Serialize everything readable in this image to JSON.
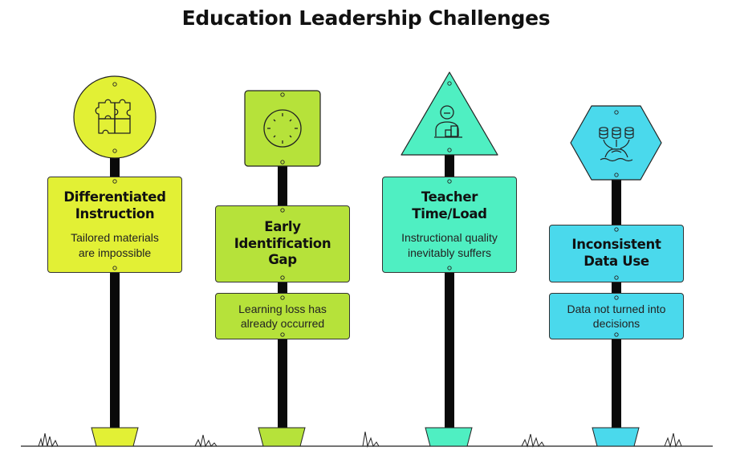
{
  "title": "Education Leadership Challenges",
  "signs": [
    {
      "title": "Differentiated\nInstruction",
      "description": "Tailored materials\nare impossible",
      "sign_shape": "circle",
      "icon": "puzzle-icon",
      "color": "#e2f035"
    },
    {
      "title": "Early\nIdentification\nGap",
      "description": "Learning loss has\nalready occurred",
      "sign_shape": "square",
      "icon": "clock-icon",
      "color": "#b6e23a"
    },
    {
      "title": "Teacher\nTime/Load",
      "description": "Instructional quality\ninevitably suffers",
      "sign_shape": "triangle",
      "icon": "teacher-icon",
      "color": "#4fefc2"
    },
    {
      "title": "Inconsistent\nData Use",
      "description": "Data not turned into\ndecisions",
      "sign_shape": "hexagon",
      "icon": "database-icon",
      "color": "#4ad9ec"
    }
  ]
}
